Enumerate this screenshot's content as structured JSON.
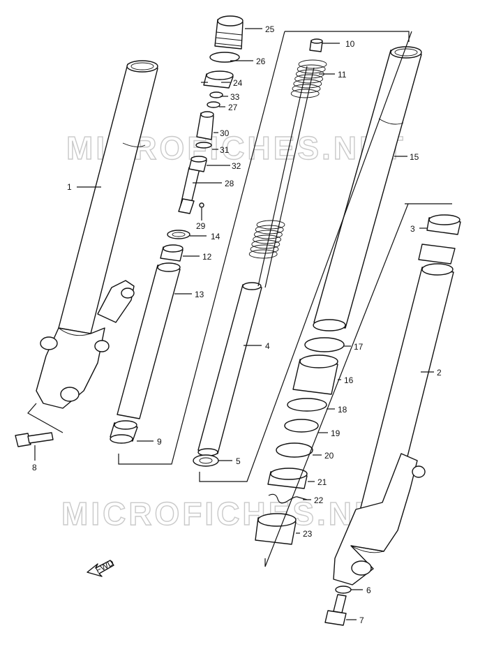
{
  "watermark": {
    "text": "MICROFICHES.NET"
  },
  "fwd_label": "FWD",
  "callouts": {
    "c1": "1",
    "c2": "2",
    "c3": "3",
    "c4": "4",
    "c5": "5",
    "c6": "6",
    "c7": "7",
    "c8": "8",
    "c9": "9",
    "c10": "10",
    "c11": "11",
    "c12": "12",
    "c13": "13",
    "c14": "14",
    "c15": "15",
    "c16": "16",
    "c17": "17",
    "c18": "18",
    "c19": "19",
    "c20": "20",
    "c21": "21",
    "c22": "22",
    "c23": "23",
    "c24": "24",
    "c25": "25",
    "c26": "26",
    "c27": "27",
    "c28": "28",
    "c29": "29",
    "c30": "30",
    "c31": "31",
    "c32": "32",
    "c33": "33"
  }
}
